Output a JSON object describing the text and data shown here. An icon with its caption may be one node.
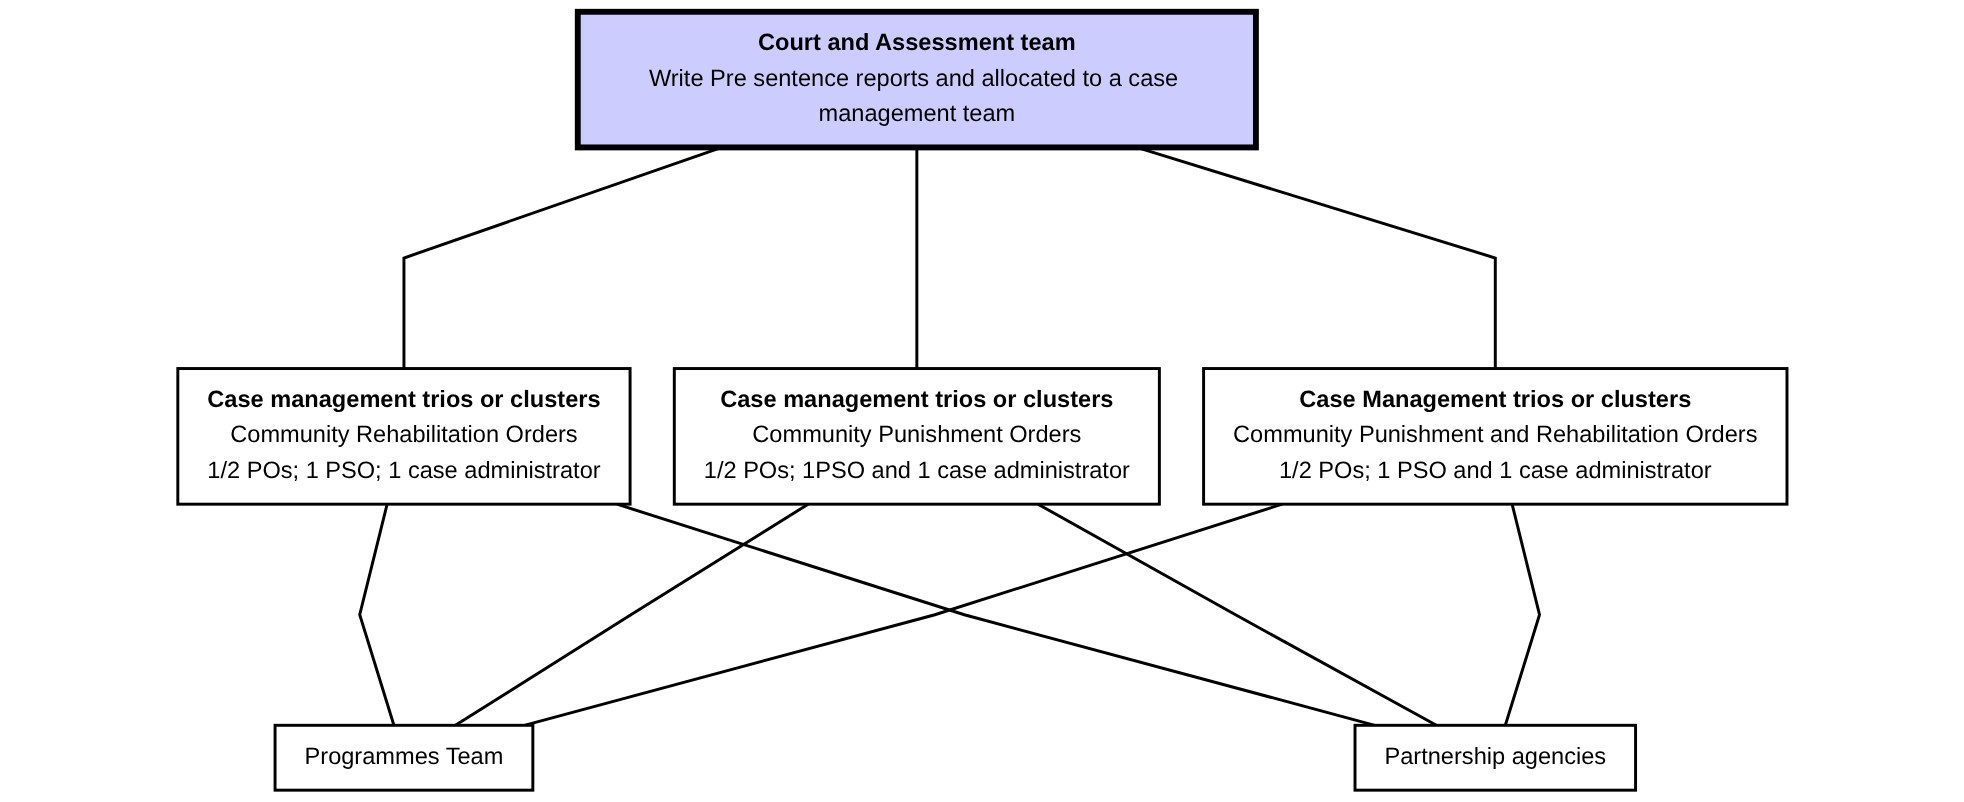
{
  "diagram": {
    "nodes": [
      {
        "text": [
          "Court and Assessment team",
          "Write Pre sentence reports and allocated to a case management team"
        ]
      },
      {
        "text": [
          "Case management trios or clusters",
          "Community Rehabilitation Orders",
          "1/2 POs; 1 PSO; 1 case administrator"
        ]
      },
      {
        "text": [
          "Case management trios or clusters",
          "Community Punishment Orders",
          "1/2 POs; 1PSO and 1 case administrator"
        ]
      },
      {
        "text": [
          "Case Management trios or clusters",
          "Community Punishment and Rehabilitation Orders",
          "1/2 POs; 1 PSO and 1 case administrator"
        ]
      },
      {
        "text": [
          "Programmes Team"
        ]
      },
      {
        "text": [
          "Partnership agencies"
        ]
      }
    ],
    "edges": [
      {
        "from": 0,
        "to": 1,
        "arrow": "none"
      },
      {
        "from": 0,
        "to": 2,
        "arrow": "none"
      },
      {
        "from": 0,
        "to": 3,
        "arrow": "none"
      },
      {
        "from": 1,
        "to": 4,
        "arrow": "none"
      },
      {
        "from": 1,
        "to": 5,
        "arrow": "none"
      },
      {
        "from": 2,
        "to": 4,
        "arrow": "none"
      },
      {
        "from": 2,
        "to": 5,
        "arrow": "none"
      },
      {
        "from": 3,
        "to": 4,
        "arrow": "none"
      },
      {
        "from": 3,
        "to": 5,
        "arrow": "none"
      }
    ]
  }
}
